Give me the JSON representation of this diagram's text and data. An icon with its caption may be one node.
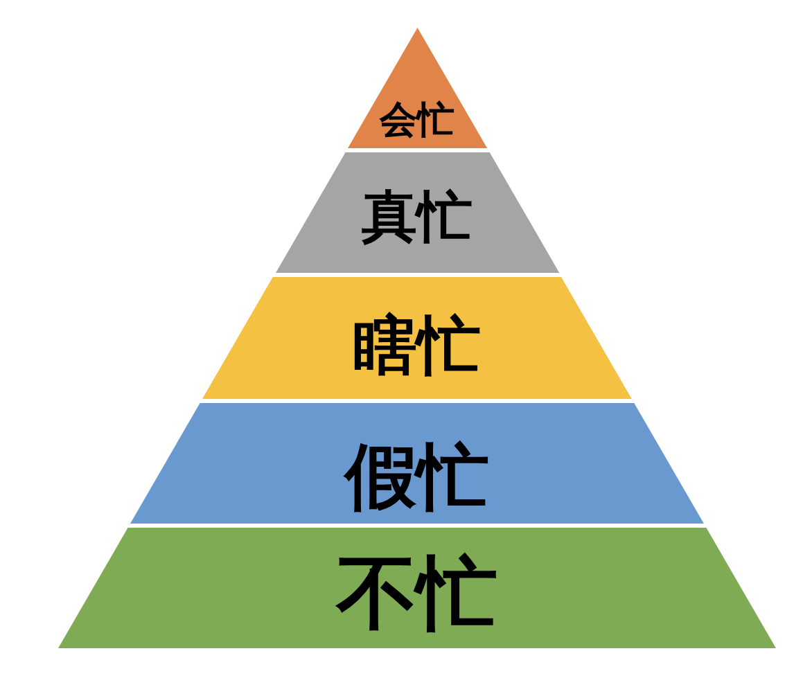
{
  "diagram": {
    "nodes": [
      {
        "text": [
          "会忙"
        ]
      },
      {
        "text": [
          "真忙"
        ]
      },
      {
        "text": [
          "瞎忙"
        ]
      },
      {
        "text": [
          "假忙"
        ]
      },
      {
        "text": [
          "不忙"
        ]
      }
    ]
  }
}
